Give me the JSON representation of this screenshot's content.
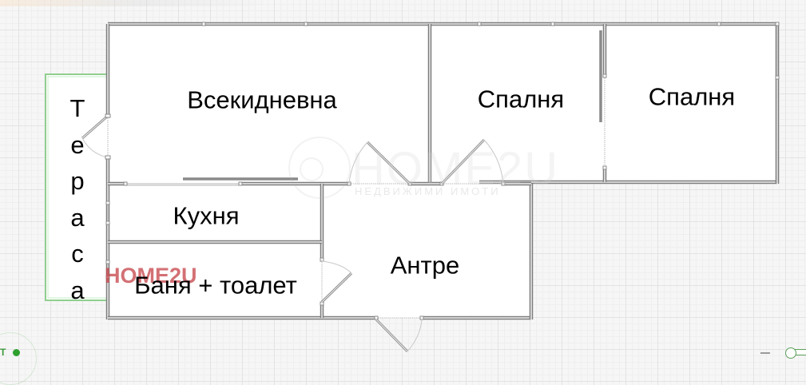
{
  "plan": {
    "rooms": [
      {
        "id": "living",
        "label": "Всекидневна"
      },
      {
        "id": "bedroom1",
        "label": "Спалня"
      },
      {
        "id": "bedroom2",
        "label": "Спалня"
      },
      {
        "id": "kitchen",
        "label": "Кухня"
      },
      {
        "id": "bathroom",
        "label": "Баня + тоалет"
      },
      {
        "id": "hall",
        "label": "Антре"
      }
    ],
    "terrace": {
      "label": "Тераса",
      "letters": [
        "Т",
        "е",
        "р",
        "а",
        "с",
        "а"
      ]
    }
  },
  "watermarks": {
    "brand": "HOME2U",
    "brand_ghost": "HOME2U",
    "tagline": "НЕДВИЖИМИ ИМОТИ"
  },
  "controls": {
    "compass_label": "T",
    "zoom_out": "−"
  },
  "colors": {
    "wall": "#a9a9a9",
    "wall_outline": "#7d7d7d",
    "terrace_border": "#8fcf8f",
    "brand_red": "#c44046",
    "accent_green": "#2ea02e"
  }
}
